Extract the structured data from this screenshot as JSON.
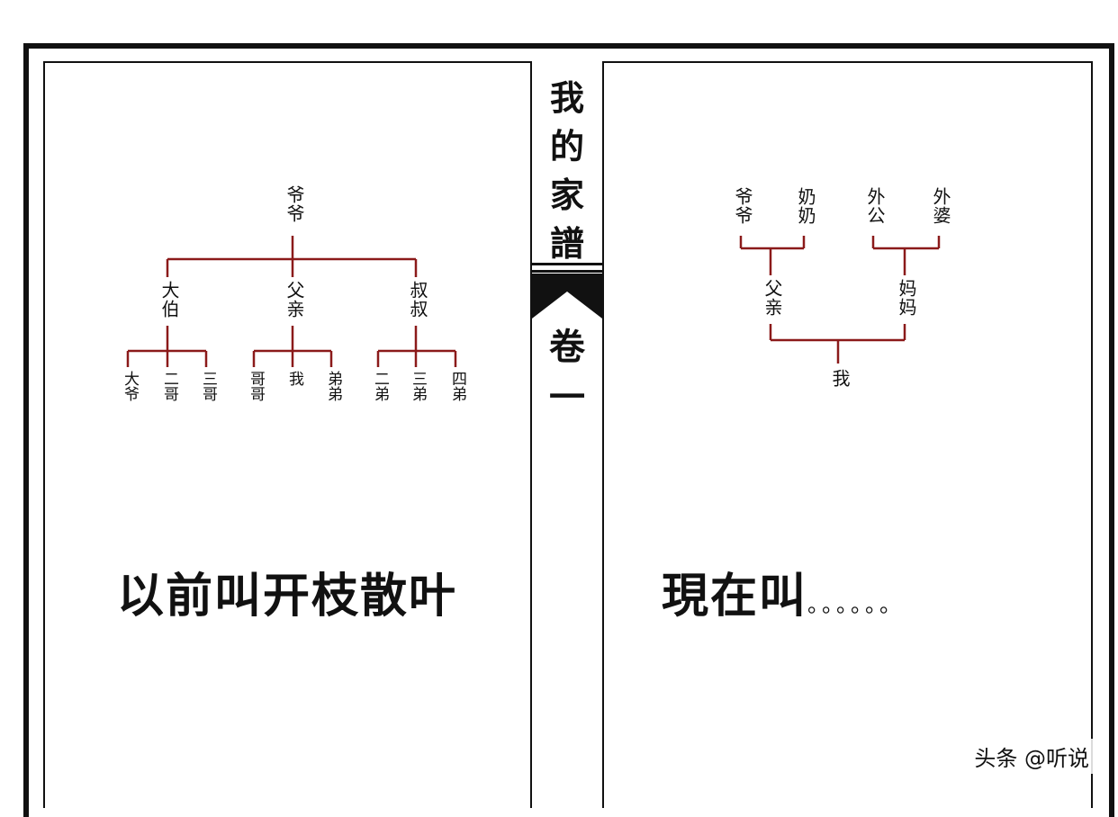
{
  "spine": {
    "title": [
      "我",
      "的",
      "家",
      "譜"
    ],
    "volume": [
      "卷",
      "一"
    ]
  },
  "left_tree": {
    "root": "爷爷",
    "level1": [
      "大伯",
      "父亲",
      "叔叔"
    ],
    "level2": [
      "大爷",
      "二哥",
      "三哥",
      "哥哥",
      "我",
      "弟弟",
      "二弟",
      "三弟",
      "四弟"
    ]
  },
  "right_tree": {
    "grandparents": [
      "爷爷",
      "奶奶",
      "外公",
      "外婆"
    ],
    "parents": [
      "父亲",
      "妈妈"
    ],
    "self": "我"
  },
  "captions": {
    "left": "以前叫开枝散叶",
    "right": "現在叫",
    "right_dots": "。。。。。。"
  },
  "watermark": "头条 @听说",
  "colors": {
    "line": "#8b1a1a",
    "frame": "#111111"
  }
}
